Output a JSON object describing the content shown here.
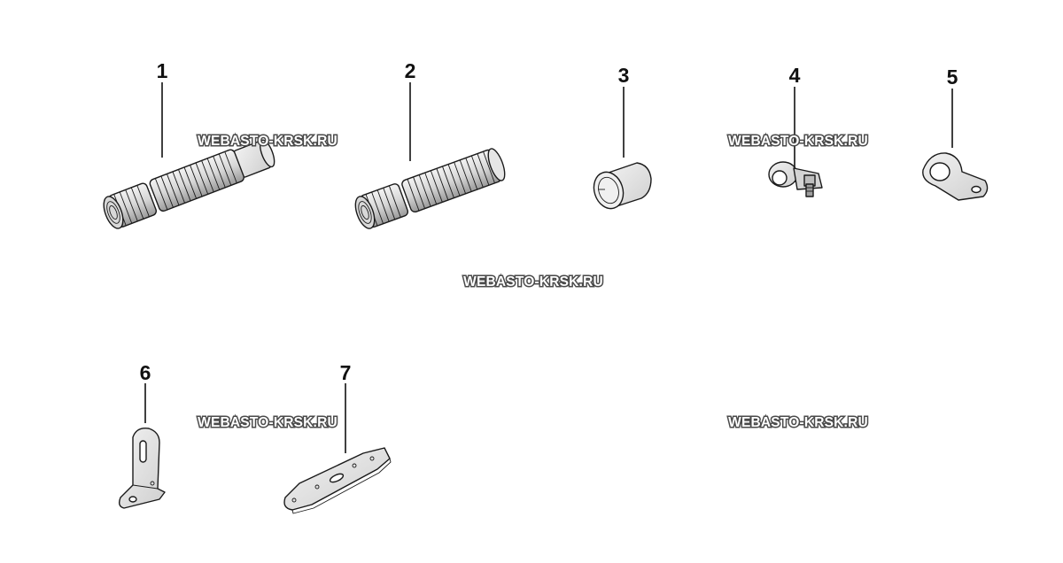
{
  "diagram": {
    "callouts": [
      "1",
      "2",
      "3",
      "4",
      "5",
      "6",
      "7"
    ]
  },
  "watermarks": [
    "WEBASTO-KRSK.RU",
    "WEBASTO-KRSK.RU",
    "WEBASTO-KRSK.RU",
    "WEBASTO-KRSK.RU",
    "WEBASTO-KRSK.RU"
  ],
  "colors": {
    "background": "#ffffff",
    "line": "#111111",
    "part_fill": "#ececec",
    "part_shade": "#c8c8c8",
    "watermark_fill": "#ffffff",
    "watermark_outline": "#4a4a4a"
  }
}
